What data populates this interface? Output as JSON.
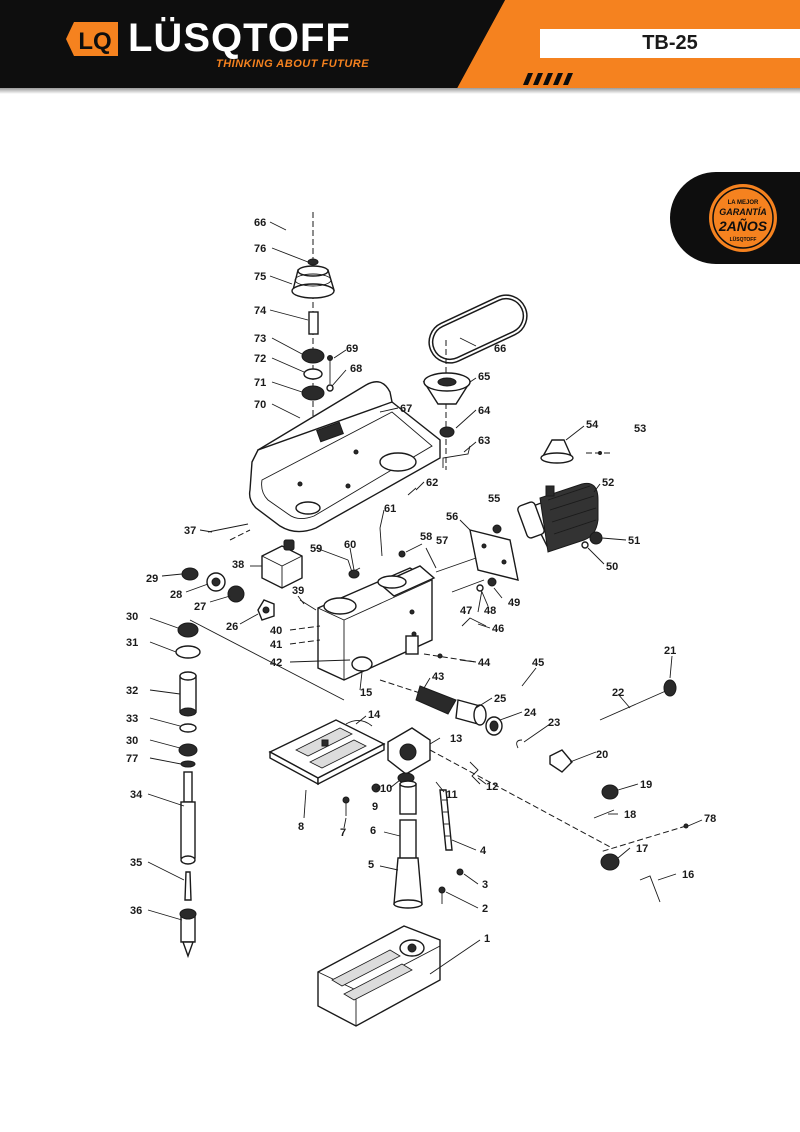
{
  "header": {
    "brand": "LÜSQTOFF",
    "logo_mark": "LQ",
    "tagline": "THINKING ABOUT FUTURE",
    "model": "TB-25",
    "colors": {
      "orange": "#f5821f",
      "black": "#0e0e0e"
    }
  },
  "badge": {
    "small_top": "LA MEJOR",
    "main": "GARANTÍA",
    "years": "2AÑOS",
    "small_bottom": "LÜSQTOFF"
  },
  "diagram": {
    "part_labels": [
      "66",
      "76",
      "75",
      "74",
      "73",
      "72",
      "71",
      "70",
      "69",
      "68",
      "67",
      "66",
      "65",
      "64",
      "63",
      "62",
      "61",
      "54",
      "53",
      "52",
      "51",
      "50",
      "55",
      "56",
      "37",
      "38",
      "59",
      "60",
      "58",
      "57",
      "29",
      "28",
      "27",
      "26",
      "39",
      "40",
      "41",
      "42",
      "30",
      "31",
      "15",
      "47",
      "48",
      "49",
      "46",
      "44",
      "43",
      "45",
      "25",
      "24",
      "23",
      "21",
      "22",
      "20",
      "32",
      "33",
      "14",
      "13",
      "12",
      "30",
      "77",
      "10",
      "9",
      "11",
      "8",
      "7",
      "6",
      "4",
      "34",
      "19",
      "18",
      "17",
      "16",
      "78",
      "35",
      "5",
      "3",
      "2",
      "36",
      "1"
    ]
  }
}
